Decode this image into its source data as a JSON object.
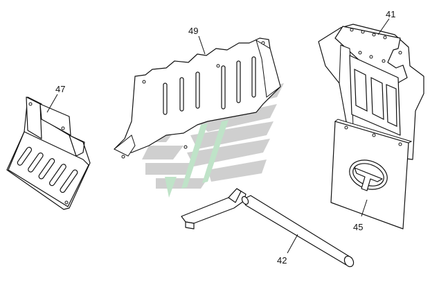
{
  "colors": {
    "line": "#111111",
    "watermark_gray": "#cfcfcf",
    "watermark_green": "#bfe3c8"
  },
  "callouts": {
    "p41": "41",
    "p42": "42",
    "p45": "45",
    "p47": "47",
    "p49": "49"
  }
}
